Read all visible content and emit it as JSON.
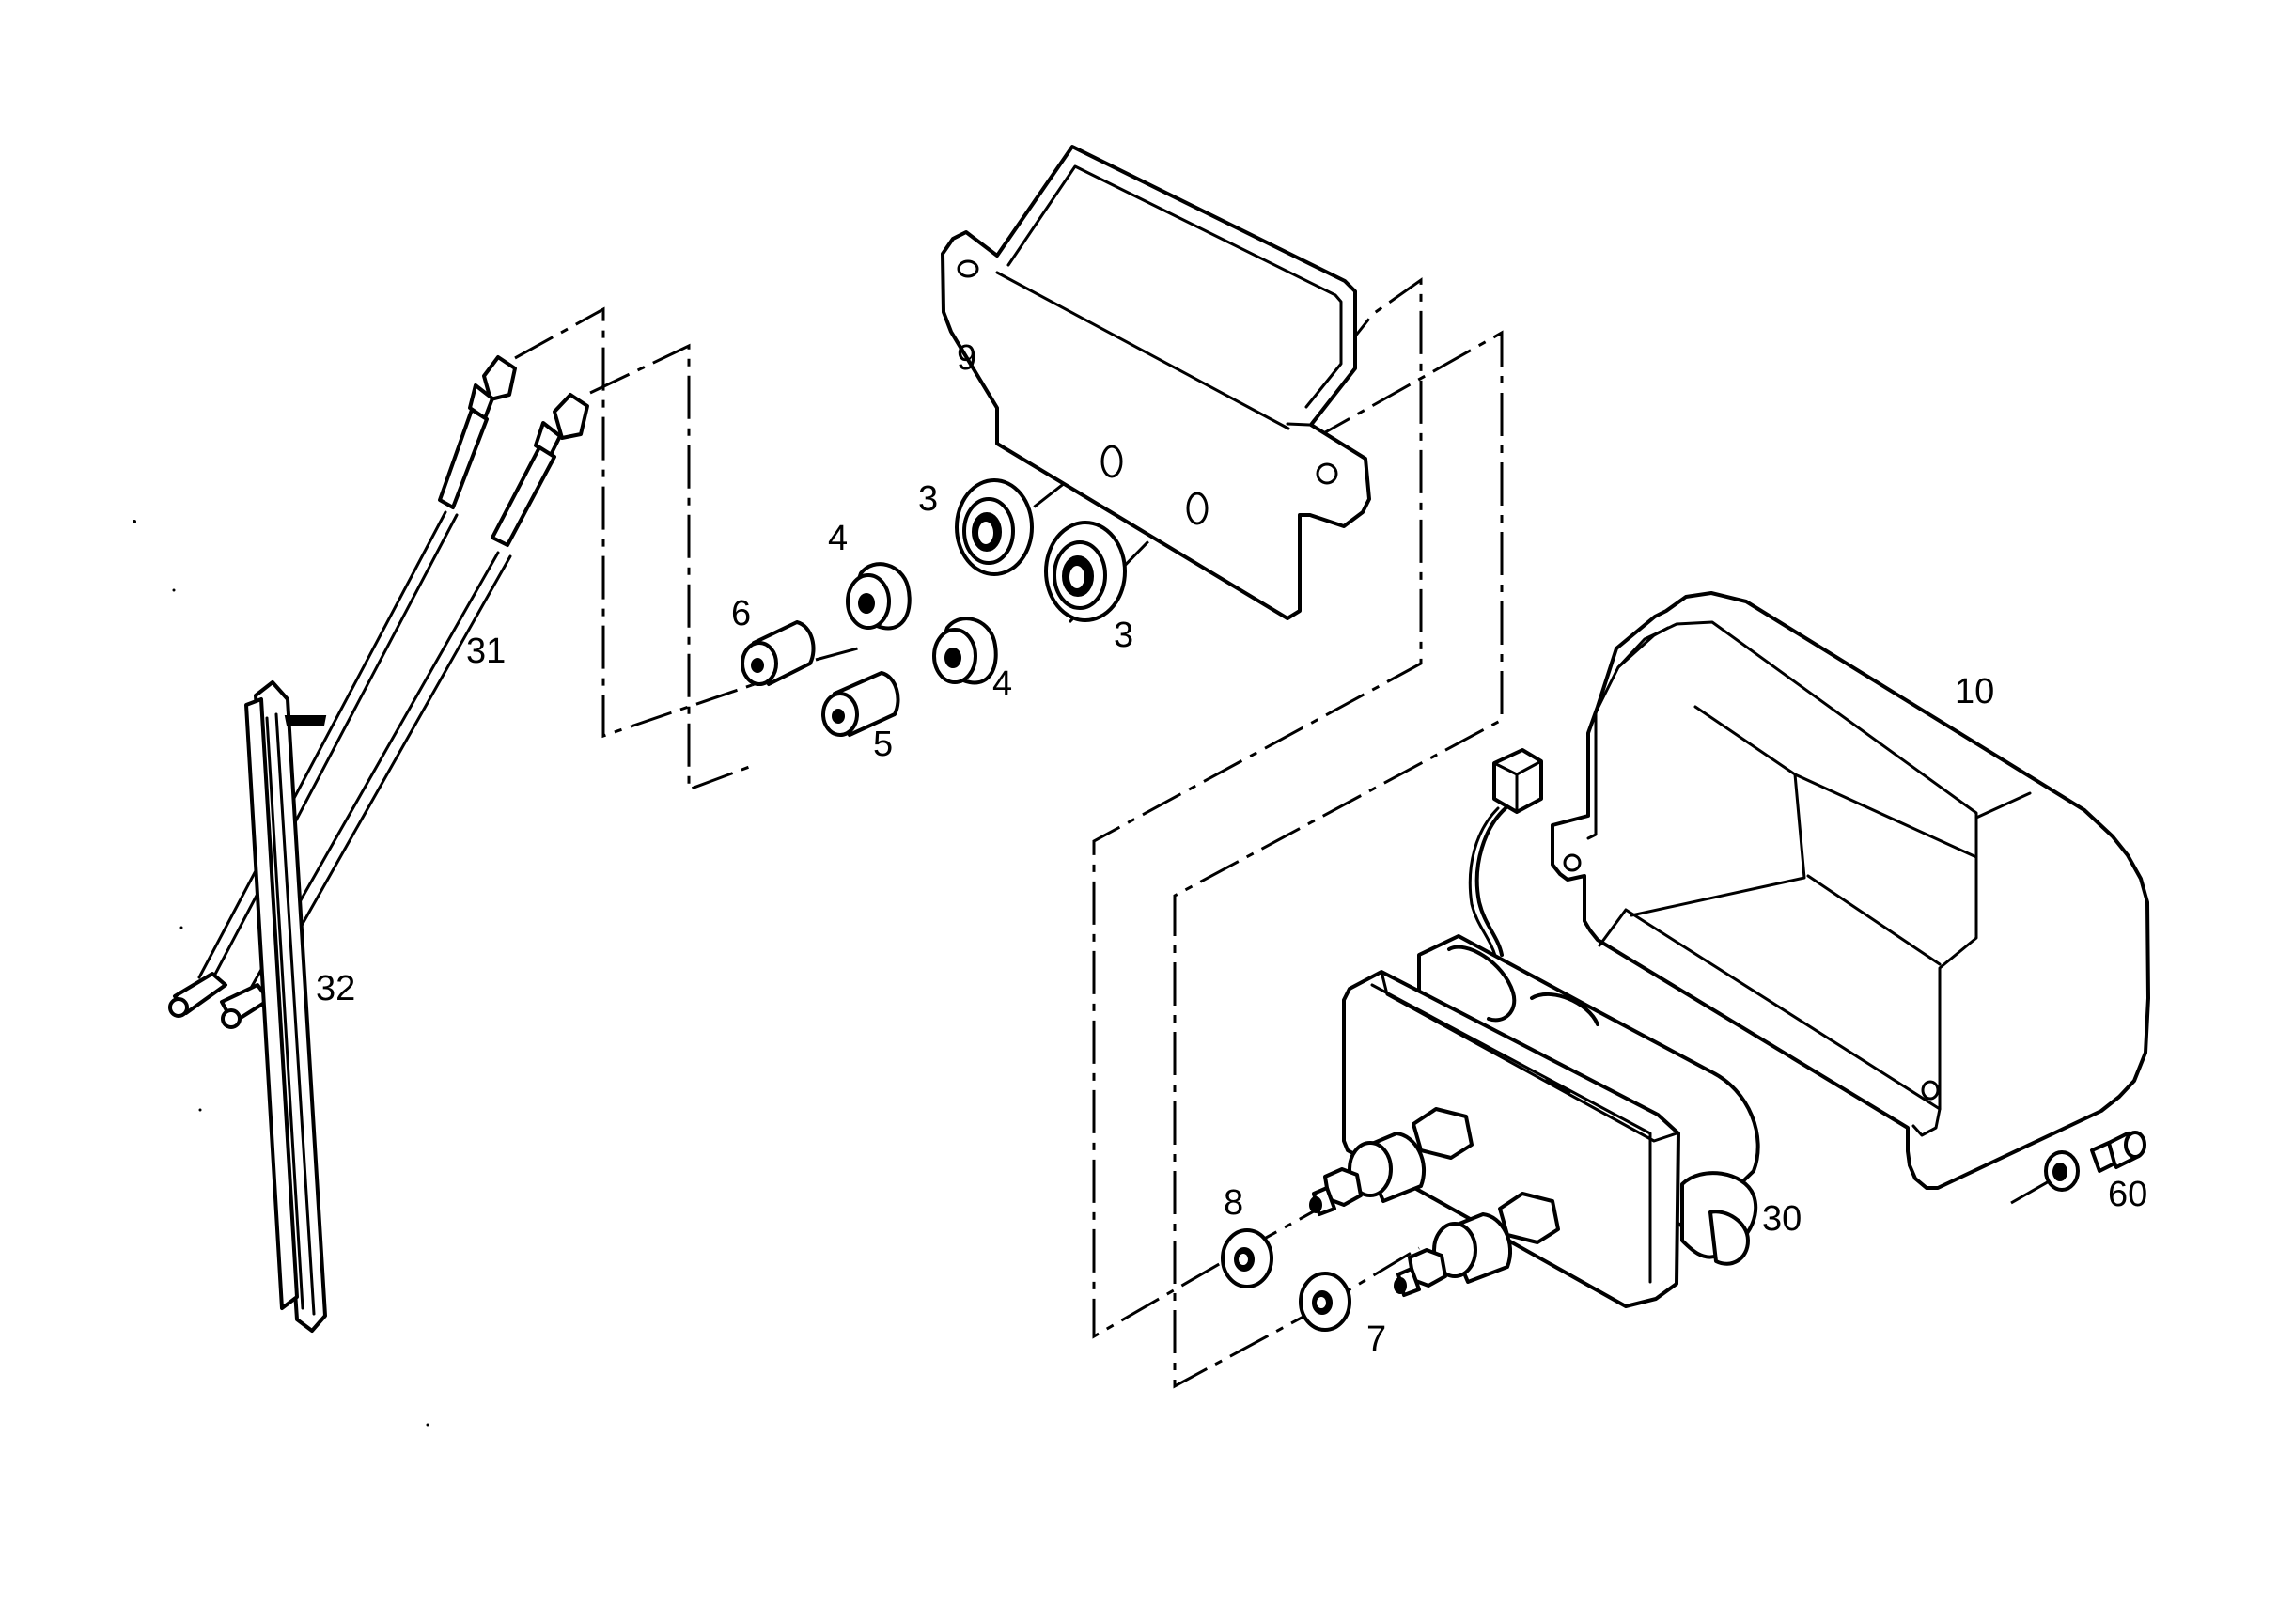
{
  "diagram": {
    "callouts": [
      {
        "id": "p9",
        "text": "9"
      },
      {
        "id": "p3a",
        "text": "3"
      },
      {
        "id": "p3b",
        "text": "3"
      },
      {
        "id": "p4a",
        "text": "4"
      },
      {
        "id": "p4b",
        "text": "4"
      },
      {
        "id": "p6",
        "text": "6"
      },
      {
        "id": "p5",
        "text": "5"
      },
      {
        "id": "p31",
        "text": "31"
      },
      {
        "id": "p32",
        "text": "32"
      },
      {
        "id": "p10",
        "text": "10"
      },
      {
        "id": "p8",
        "text": "8"
      },
      {
        "id": "p7",
        "text": "7"
      },
      {
        "id": "p30",
        "text": "30"
      },
      {
        "id": "p60",
        "text": "60"
      }
    ],
    "colors": {
      "line": "#000000",
      "background": "#ffffff"
    }
  }
}
